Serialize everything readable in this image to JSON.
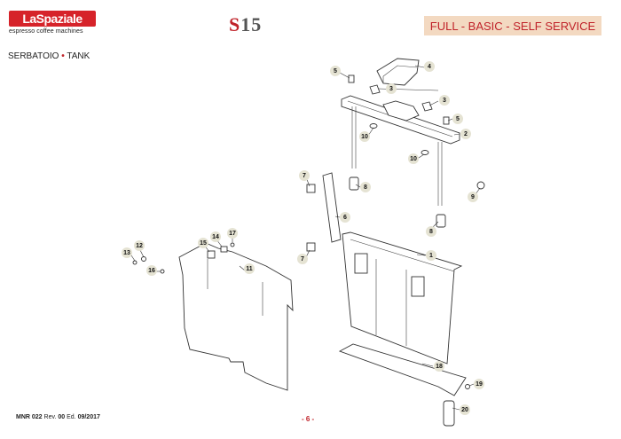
{
  "header": {
    "brand_logo_text": "LaSpaziale",
    "brand_tagline": "espresso coffee machines",
    "model_letter": "S",
    "model_number": "15",
    "versions_banner": "FULL - BASIC - SELF SERVICE"
  },
  "section": {
    "title_it": "SERBATOIO",
    "bullet": "•",
    "title_en": "TANK"
  },
  "callouts": [
    "1",
    "2",
    "3",
    "3",
    "4",
    "5",
    "5",
    "6",
    "7",
    "7",
    "8",
    "8",
    "9",
    "10",
    "10",
    "11",
    "12",
    "13",
    "14",
    "15",
    "16",
    "17",
    "18",
    "19",
    "20"
  ],
  "footer": {
    "doc_code": "MNR 022",
    "rev_label": "Rev.",
    "rev_value": "00",
    "ed_label": "Ed.",
    "ed_value": "09/2017",
    "page": "- 6 -"
  },
  "colors": {
    "brand_red": "#c0232a",
    "banner_bg": "#f3d9c1",
    "callout_fill": "#e5e3d3"
  }
}
